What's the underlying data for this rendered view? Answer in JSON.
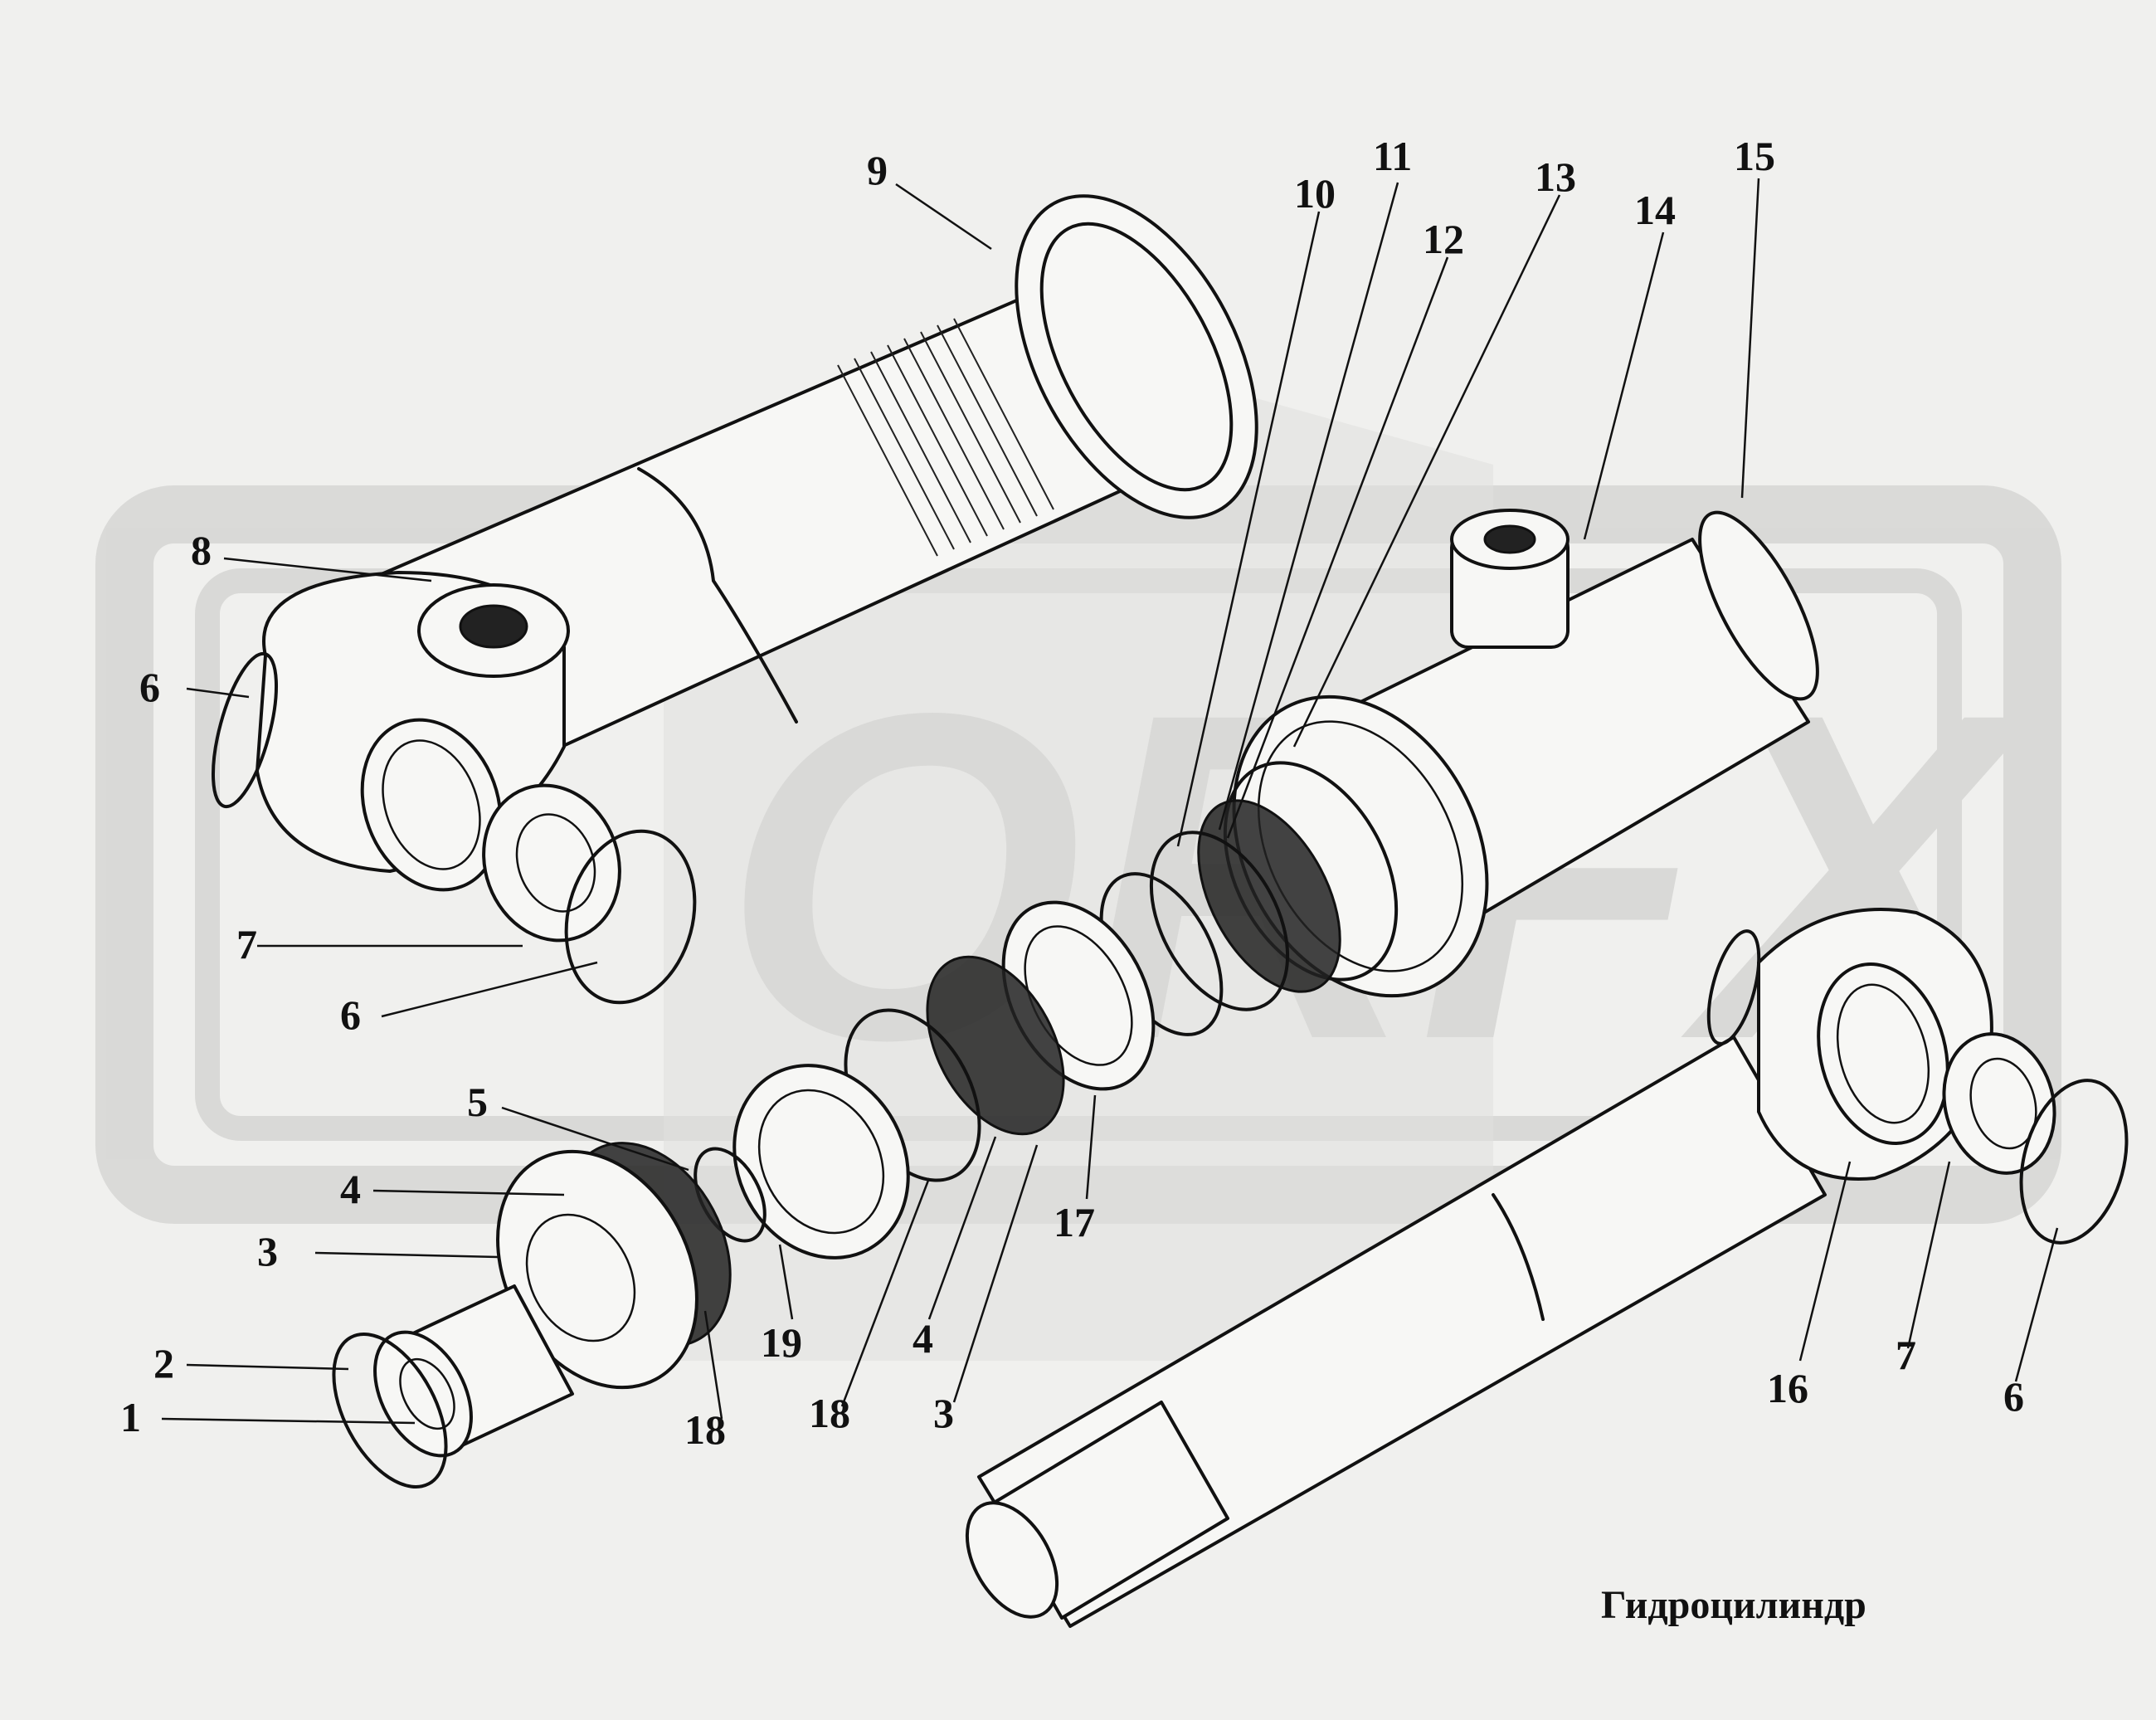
{
  "title": "Гидроцилиндр",
  "callouts": {
    "c1": "1",
    "c2": "2",
    "c3a": "3",
    "c3b": "3",
    "c4a": "4",
    "c4b": "4",
    "c5": "5",
    "c6a": "6",
    "c6b": "6",
    "c6c": "6",
    "c7a": "7",
    "c7b": "7",
    "c8": "8",
    "c9": "9",
    "c10": "10",
    "c11": "11",
    "c12": "12",
    "c13": "13",
    "c14": "14",
    "c15": "15",
    "c16": "16",
    "c17": "17",
    "c18a": "18",
    "c18b": "18",
    "c19": "19"
  },
  "watermark": {
    "text": "ORFX",
    "color": "#c8c8c6"
  },
  "colors": {
    "ink": "#111111",
    "paper": "#f0f0ee"
  }
}
